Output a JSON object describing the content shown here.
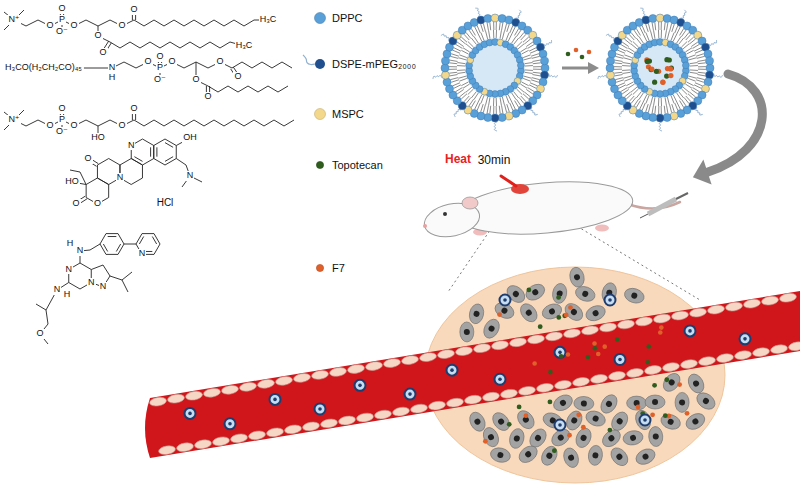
{
  "diagram": {
    "labels": [
      "N⁺",
      "O",
      "P",
      "O",
      "O⁻",
      "O",
      "O",
      "O",
      "H₃C",
      "O",
      "O",
      "H₃C",
      "H₃CO(H₂CH₂CO)₄₅",
      "N",
      "H",
      "O",
      "P",
      "O",
      "O⁻",
      "O",
      "O",
      "O",
      "O",
      "O",
      "N⁺",
      "O",
      "P",
      "O",
      "O⁻",
      "O",
      "HO",
      "O",
      "O",
      "OH",
      "N",
      "N",
      "O",
      "N",
      "HO",
      "O",
      "O",
      "HCl",
      "H",
      "N",
      "N",
      "N",
      "N",
      "N",
      "N",
      "H",
      "O",
      "Heat",
      "30min"
    ],
    "legend": [
      {
        "text": "DPPC",
        "color": "#5aa0d8"
      },
      {
        "text": "DSPE-mPEG₂₀₀₀"
      },
      {
        "text": "MSPC",
        "color": "#f3d78a"
      },
      {
        "text": "Topotecan",
        "color": "#2f5d1e"
      },
      {
        "text": "F7",
        "color": "#e0602a"
      }
    ]
  }
}
